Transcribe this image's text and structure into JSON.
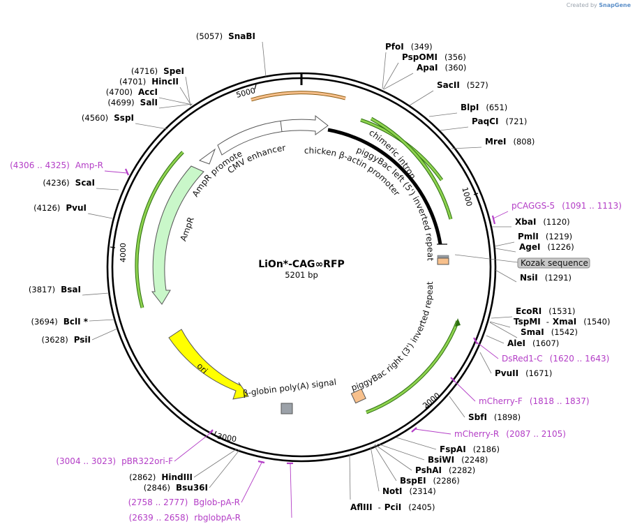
{
  "credit": {
    "prefix": "Created by",
    "brand": "SnapGene"
  },
  "plasmid": {
    "name": "LiOn*-CAG∞RFP",
    "length": "5201 bp"
  },
  "ticks": [
    "1000",
    "2000",
    "3000",
    "4000",
    "5000"
  ],
  "sites": [
    {
      "id": "snabi",
      "name": "SnaBI",
      "pos": "(5057)"
    },
    {
      "id": "pfoi",
      "name": "PfoI",
      "pos": "(349)"
    },
    {
      "id": "pspomi",
      "name": "PspOMI",
      "pos": "(356)"
    },
    {
      "id": "apai",
      "name": "ApaI",
      "pos": "(360)"
    },
    {
      "id": "spei",
      "name": "SpeI",
      "pos": "(4716)"
    },
    {
      "id": "hincii",
      "name": "HincII",
      "pos": "(4701)"
    },
    {
      "id": "acci",
      "name": "AccI",
      "pos": "(4700)"
    },
    {
      "id": "sali",
      "name": "SalI",
      "pos": "(4699)"
    },
    {
      "id": "sacii",
      "name": "SacII",
      "pos": "(527)"
    },
    {
      "id": "blpi",
      "name": "BlpI",
      "pos": "(651)"
    },
    {
      "id": "sspi",
      "name": "SspI",
      "pos": "(4560)"
    },
    {
      "id": "paqci",
      "name": "PaqCI",
      "pos": "(721)"
    },
    {
      "id": "mrei",
      "name": "MreI",
      "pos": "(808)"
    },
    {
      "id": "scai",
      "name": "ScaI",
      "pos": "(4236)"
    },
    {
      "id": "pvui",
      "name": "PvuI",
      "pos": "(4126)"
    },
    {
      "id": "xbai",
      "name": "XbaI",
      "pos": "(1120)"
    },
    {
      "id": "pmli",
      "name": "PmlI",
      "pos": "(1219)"
    },
    {
      "id": "agei",
      "name": "AgeI",
      "pos": "(1226)"
    },
    {
      "id": "nsii",
      "name": "NsiI",
      "pos": "(1291)"
    },
    {
      "id": "bsai",
      "name": "BsaI",
      "pos": "(3817)"
    },
    {
      "id": "ecori",
      "name": "EcoRI",
      "pos": "(1531)"
    },
    {
      "id": "tspmi",
      "name": "TspMI",
      "sep": "-",
      "name2": "XmaI",
      "pos": "(1540)"
    },
    {
      "id": "smai",
      "name": "SmaI",
      "pos": "(1542)"
    },
    {
      "id": "bcli",
      "name": "BclI *",
      "pos": "(3694)"
    },
    {
      "id": "psii",
      "name": "PsiI",
      "pos": "(3628)"
    },
    {
      "id": "alei",
      "name": "AleI",
      "pos": "(1607)"
    },
    {
      "id": "pvuii",
      "name": "PvuII",
      "pos": "(1671)"
    },
    {
      "id": "sbfi",
      "name": "SbfI",
      "pos": "(1898)"
    },
    {
      "id": "fspai",
      "name": "FspAI",
      "pos": "(2186)"
    },
    {
      "id": "bsiwi",
      "name": "BsiWI",
      "pos": "(2248)"
    },
    {
      "id": "pshai",
      "name": "PshAI",
      "pos": "(2282)"
    },
    {
      "id": "hindiii",
      "name": "HindIII",
      "pos": "(2862)"
    },
    {
      "id": "bspei",
      "name": "BspEI",
      "pos": "(2286)"
    },
    {
      "id": "bsu36i",
      "name": "Bsu36I",
      "pos": "(2846)"
    },
    {
      "id": "noti",
      "name": "NotI",
      "pos": "(2314)"
    },
    {
      "id": "afliii",
      "name": "AflIII",
      "sep": "-",
      "name2": "PciI",
      "pos": "(2405)"
    }
  ],
  "primers": [
    {
      "id": "ampr",
      "range": "(4306 .. 4325)",
      "name": "Amp-R"
    },
    {
      "id": "pcaggs5",
      "range": "(1091 .. 1113)",
      "name": "pCAGGS-5"
    },
    {
      "id": "dsred1c",
      "range": "(1620 .. 1643)",
      "name": "DsRed1-C"
    },
    {
      "id": "mcherryf",
      "range": "(1818 .. 1837)",
      "name": "mCherry-F"
    },
    {
      "id": "mcherryr",
      "range": "(2087 .. 2105)",
      "name": "mCherry-R"
    },
    {
      "id": "pbr322ori",
      "range": "(3004 .. 3023)",
      "name": "pBR322ori-F"
    },
    {
      "id": "bglobpar",
      "range": "(2758 .. 2777)",
      "name": "Bglob-pA-R"
    },
    {
      "id": "rbglobpar",
      "range": "(2639 .. 2658)",
      "name": "rbglobpA-R"
    }
  ],
  "features": {
    "chimeric_intron": "chimeric intron",
    "piggybac_left": "piggyBac left (5') inverted repeat",
    "chicken_actin": "chicken β-actin promoter",
    "cmv": "CMV enhancer",
    "ampr_promoter": "AmpR promoter",
    "ampr": "AmpR",
    "ori": "ori",
    "betaglobin": "β-globin poly(A) signal",
    "piggybac_right": "piggyBac right (3') inverted repeat",
    "kozak": "Kozak sequence"
  },
  "colors": {
    "primer": "#b33dc6",
    "orf_green": "#8ed24f",
    "ori_yellow": "#ffff00",
    "ampr_fill": "#c9f7c9",
    "orange": "#f7c08c",
    "backbone": "#000000"
  }
}
